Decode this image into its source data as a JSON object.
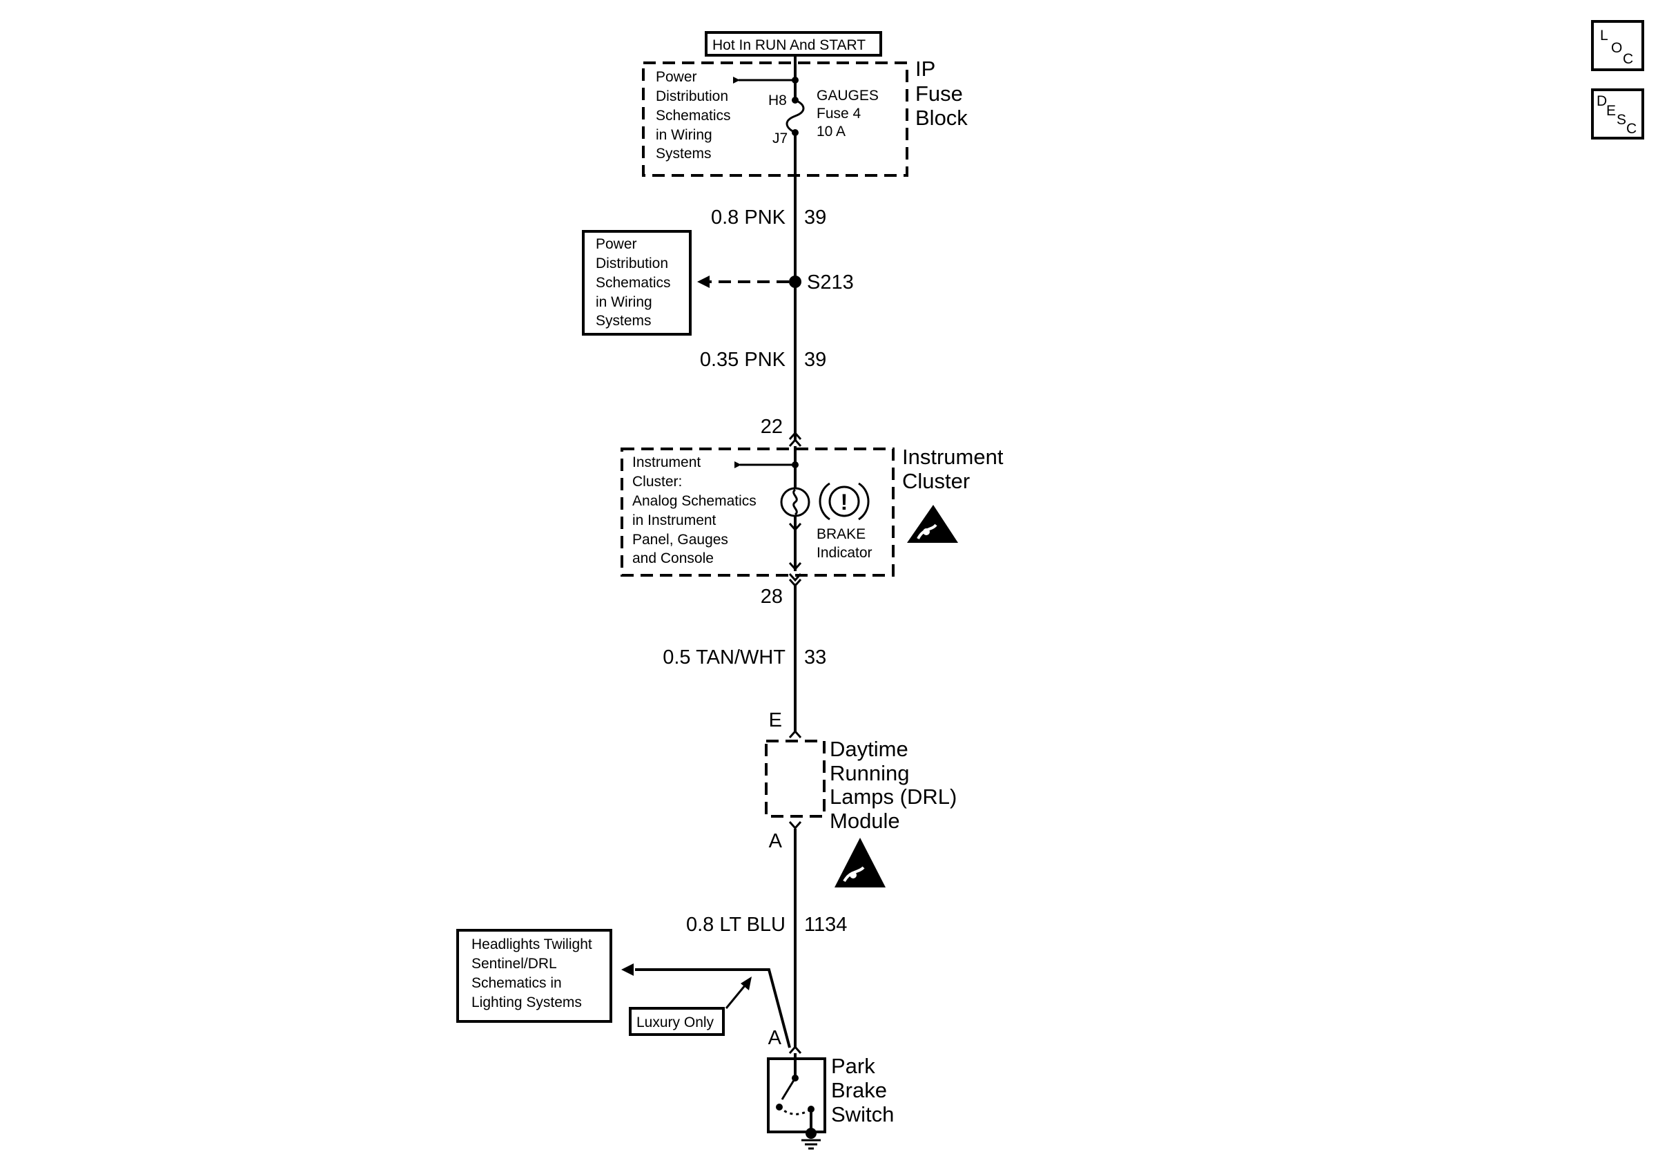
{
  "power_source": "Hot In RUN And START",
  "fuse_block": {
    "name_lines": [
      "IP",
      "Fuse",
      "Block"
    ],
    "ref_lines": [
      "Power",
      "Distribution",
      "Schematics",
      "in Wiring",
      "Systems"
    ],
    "pin_in": "H8",
    "pin_out": "J7",
    "fuse_lines": [
      "GAUGES",
      "Fuse 4",
      "10 A"
    ]
  },
  "wires": [
    {
      "gauge_color": "0.8 PNK",
      "circuit": "39"
    },
    {
      "gauge_color": "0.35 PNK",
      "circuit": "39"
    },
    {
      "gauge_color": "0.5 TAN/WHT",
      "circuit": "33"
    },
    {
      "gauge_color": "0.8 LT BLU",
      "circuit": "1134"
    }
  ],
  "splice": {
    "name": "S213",
    "ref_lines": [
      "Power",
      "Distribution",
      "Schematics",
      "in Wiring",
      "Systems"
    ]
  },
  "instrument_cluster": {
    "pin_in": "22",
    "pin_out": "28",
    "name_lines": [
      "Instrument",
      "Cluster"
    ],
    "ref_lines": [
      "Instrument",
      "Cluster:",
      "Analog Schematics",
      "in Instrument",
      "Panel, Gauges",
      "and Console"
    ],
    "indicator_lines": [
      "BRAKE",
      "Indicator"
    ],
    "indicator_symbol": "!"
  },
  "drl_module": {
    "pin_in": "E",
    "pin_out": "A",
    "name_lines": [
      "Daytime",
      "Running",
      "Lamps (DRL)",
      "Module"
    ]
  },
  "headlights_ref": {
    "lines": [
      "Headlights Twilight",
      "Sentinel/DRL",
      "Schematics in",
      "Lighting Systems"
    ],
    "note": "Luxury Only"
  },
  "park_brake_switch": {
    "pin": "A",
    "name_lines": [
      "Park",
      "Brake",
      "Switch"
    ]
  },
  "nav_buttons": {
    "loc": [
      "L",
      "O",
      "C"
    ],
    "desc": [
      "D",
      "E",
      "S",
      "C"
    ]
  }
}
